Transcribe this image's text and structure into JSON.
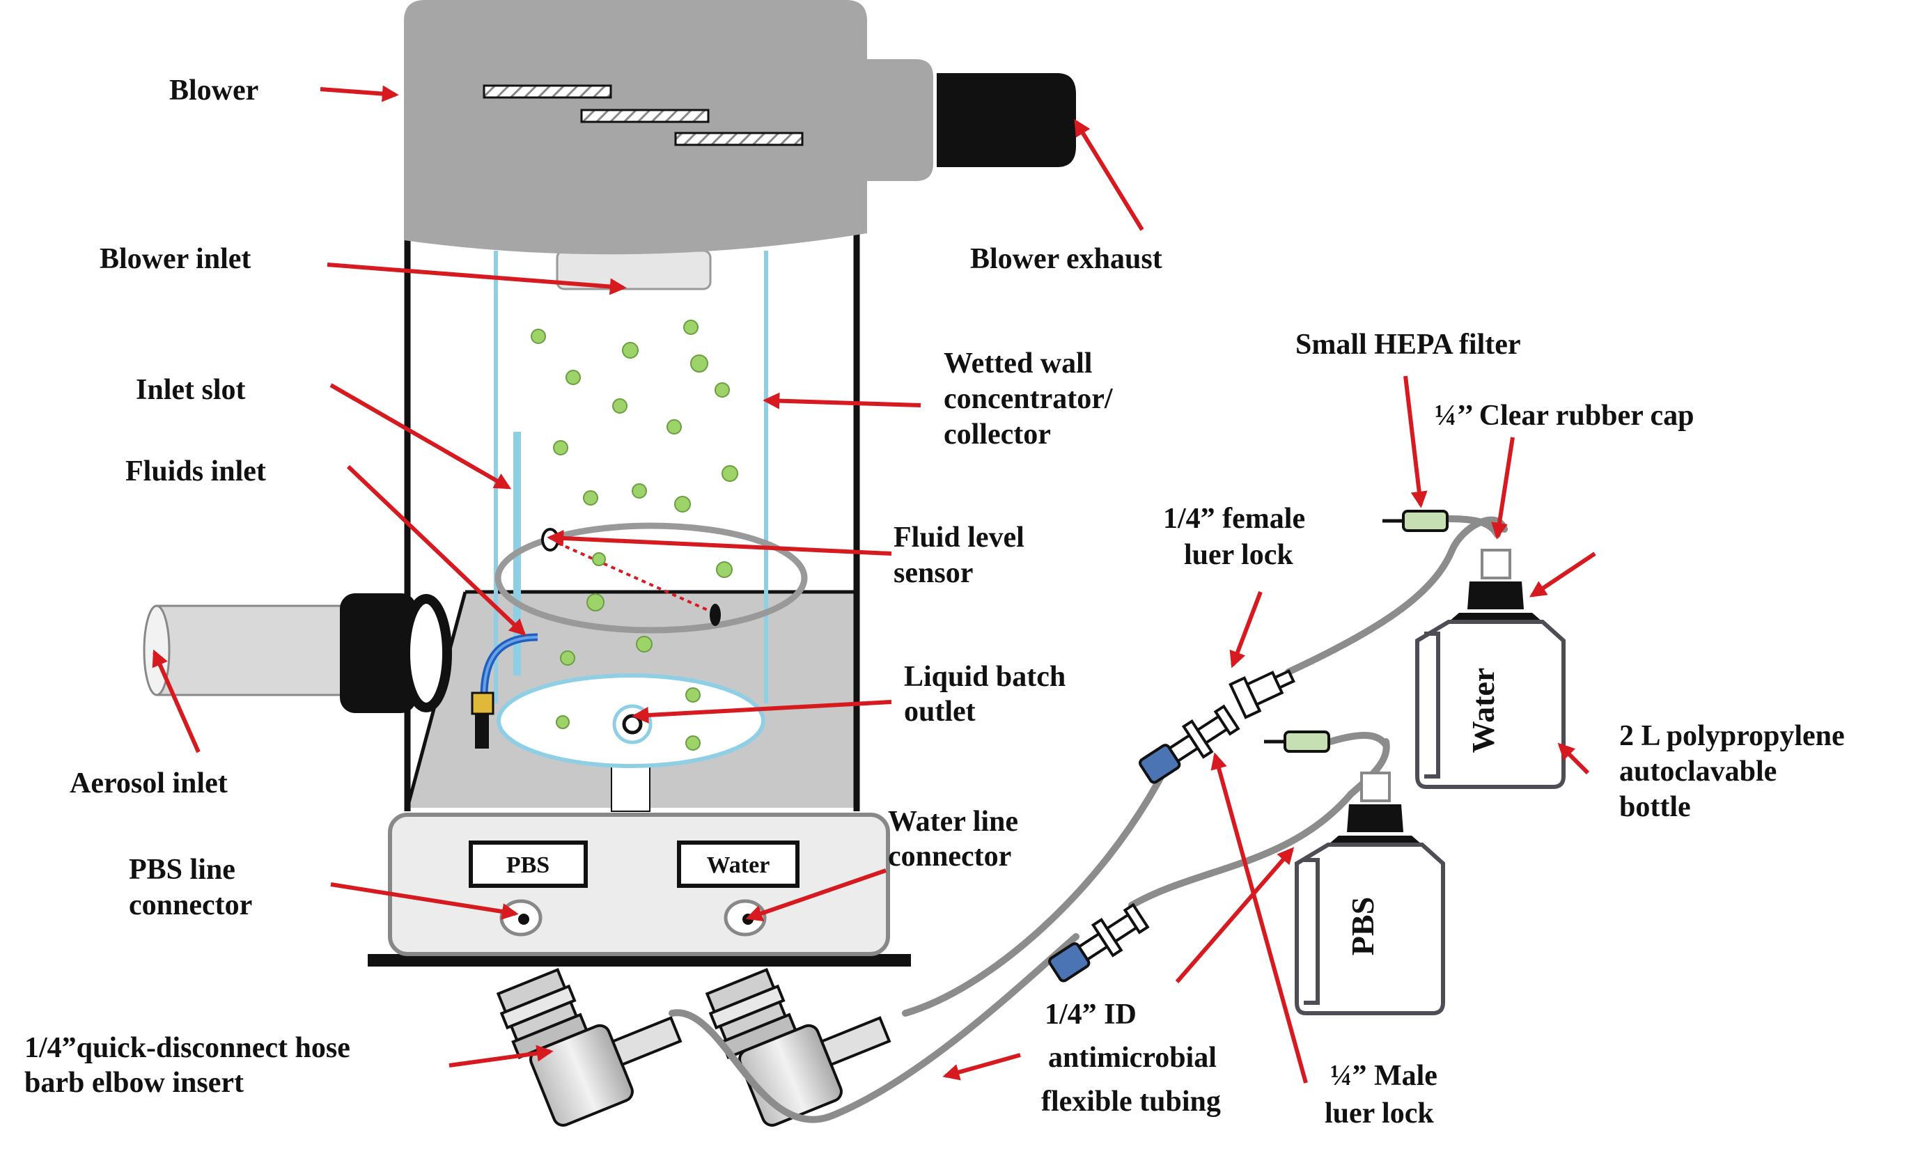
{
  "labels": {
    "blower": "Blower",
    "blower_inlet": "Blower inlet",
    "blower_exhaust": "Blower exhaust",
    "inlet_slot": "Inlet slot",
    "fluids_inlet": "Fluids inlet",
    "wetted_wall_1": "Wetted wall",
    "wetted_wall_2": "concentrator/",
    "wetted_wall_3": "collector",
    "fluid_level_1": "Fluid level",
    "fluid_level_2": "sensor",
    "liquid_batch_1": "Liquid batch",
    "liquid_batch_2": "outlet",
    "aerosol_inlet": "Aerosol inlet",
    "pbs_line_1": "PBS line",
    "pbs_line_2": "connector",
    "water_line_1": "Water line",
    "water_line_2": "connector",
    "quick_disconnect_1": "1/4”quick-disconnect hose",
    "quick_disconnect_2": "barb elbow insert",
    "tubing_1": "1/4” ID",
    "tubing_2": "antimicrobial",
    "tubing_3": "flexible tubing",
    "male_luer_1": "¼” Male",
    "male_luer_2": "luer lock",
    "female_luer_1": "1/4” female",
    "female_luer_2": "luer lock",
    "hepa": "Small HEPA filter",
    "rubber_cap": "¼’’ Clear rubber cap",
    "bottle_1": "2 L polypropylene",
    "bottle_2": "autoclavable",
    "bottle_3": "bottle"
  },
  "panel": {
    "pbs": "PBS",
    "water": "Water"
  },
  "bottles": {
    "water": "Water",
    "pbs": "PBS"
  },
  "colors": {
    "arrow": "#d71920",
    "blower_gray": "#a6a6a6",
    "water_line": "#8fcfe6",
    "droplet": "#9ed36a",
    "luer_blue": "#4a74b3",
    "tube_gray": "#8c8c8c",
    "hepa_green": "#c6e0b4"
  },
  "icons": {
    "arrow": "red-arrow-icon",
    "droplet": "droplet-icon"
  }
}
